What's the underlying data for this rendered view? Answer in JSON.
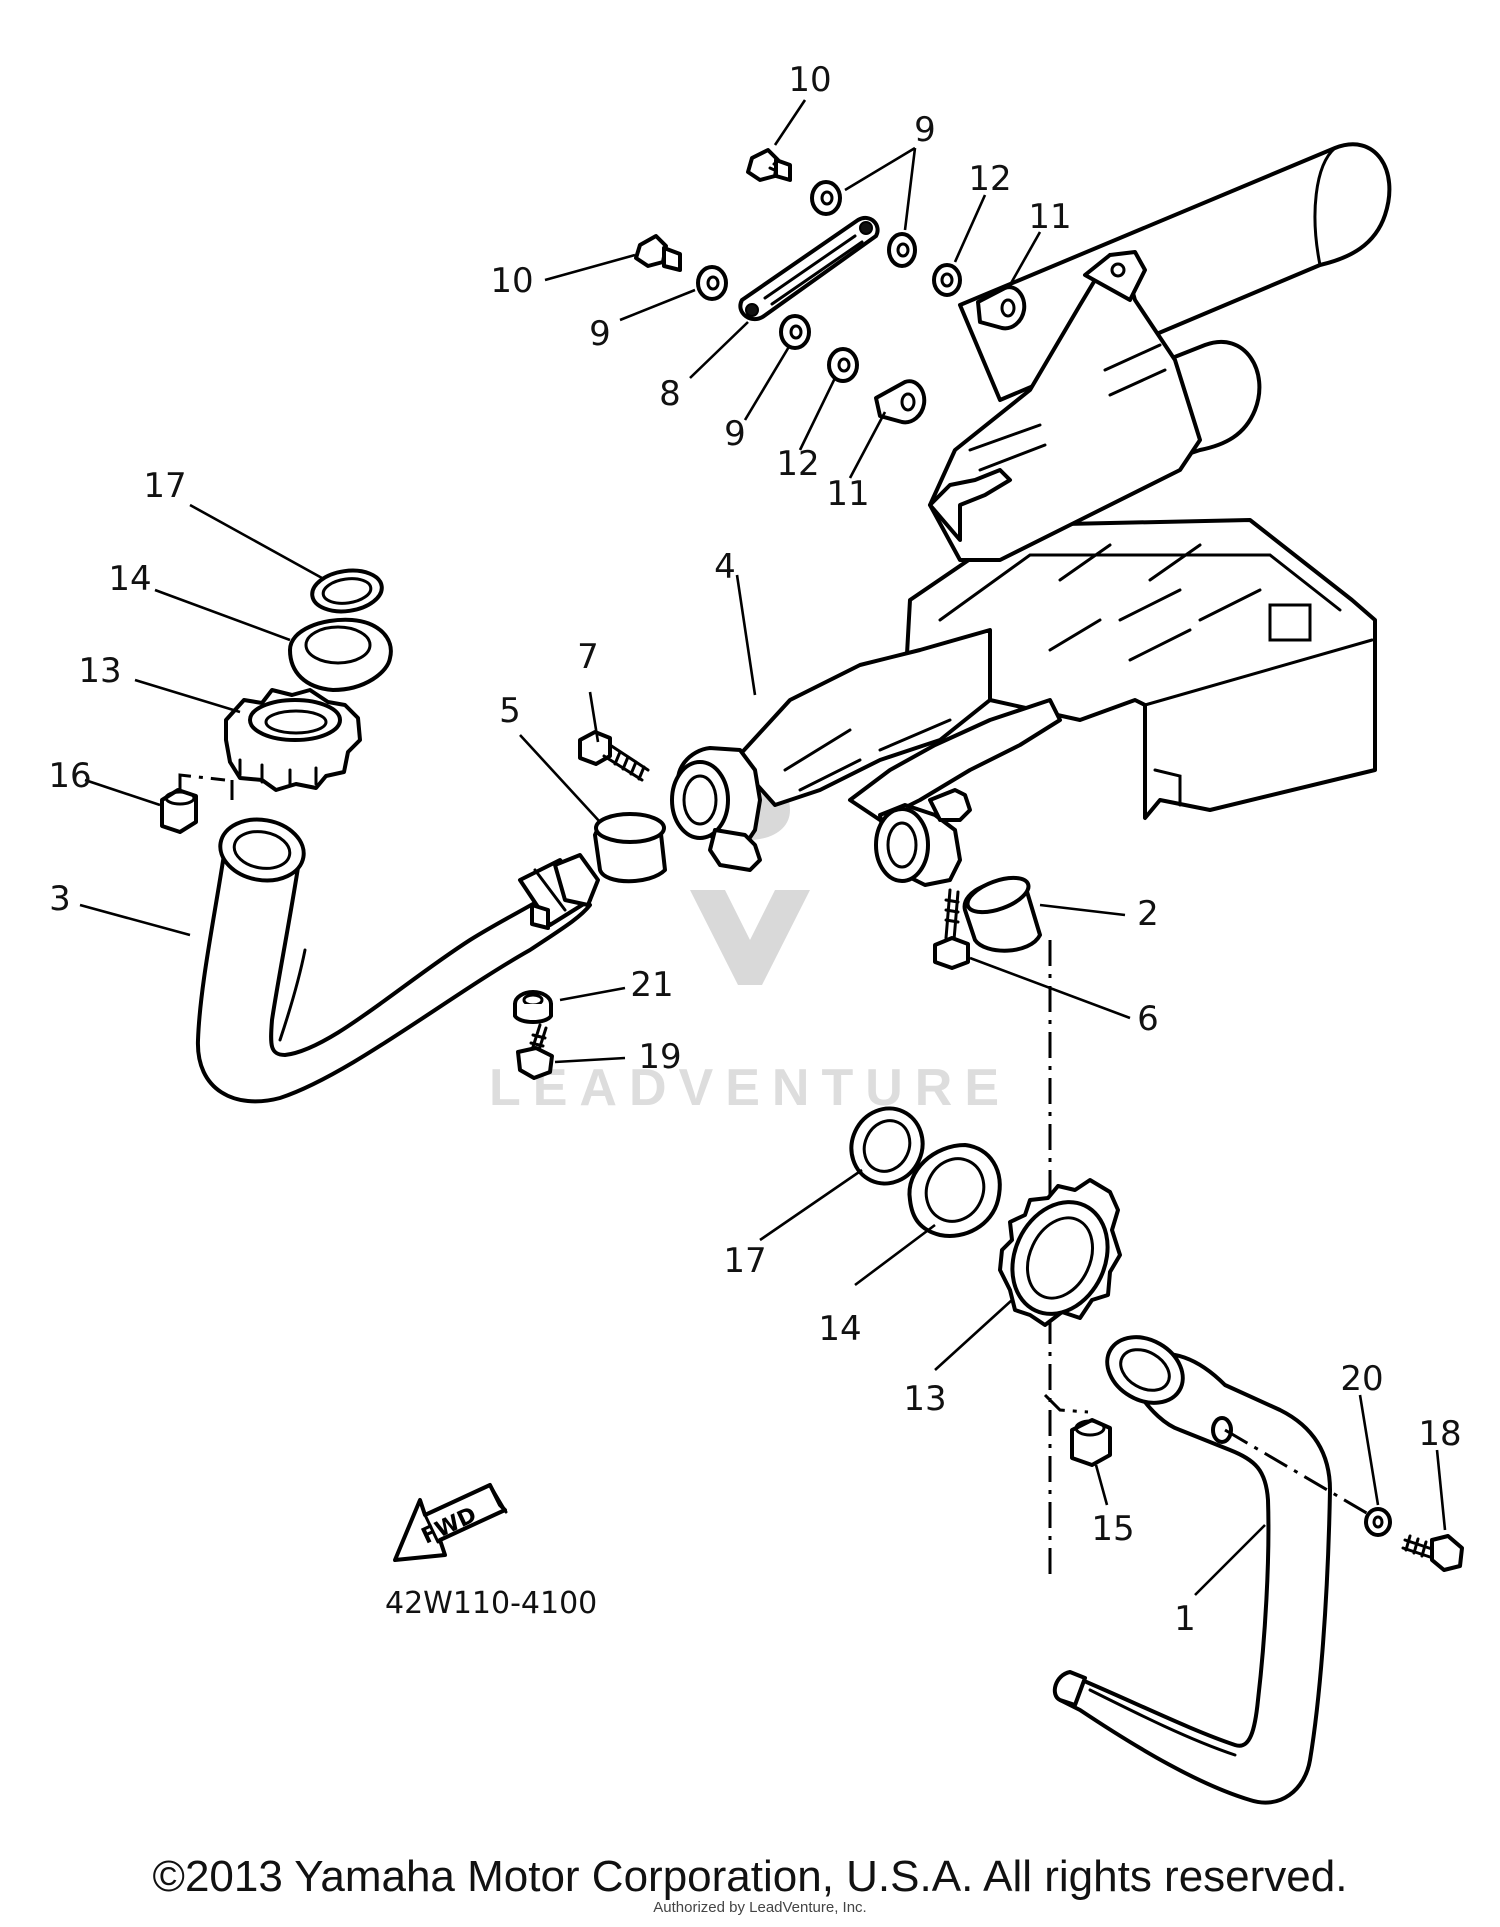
{
  "diagram_code": "42W110-4100",
  "fwd_label": "FWD",
  "watermark": "LEADVENTURE",
  "watermark_note": "Authorized by LeadVenture, Inc.",
  "copyright": "©2013 Yamaha Motor Corporation, U.S.A. All rights reserved.",
  "callouts": {
    "c10a": "10",
    "c9a": "9",
    "c12a": "12",
    "c11a": "11",
    "c10b": "10",
    "c9b": "9",
    "c8": "8",
    "c9c": "9",
    "c12b": "12",
    "c11b": "11",
    "c17a": "17",
    "c14a": "14",
    "c13a": "13",
    "c16": "16",
    "c3": "3",
    "c4": "4",
    "c7": "7",
    "c5": "5",
    "c2": "2",
    "c6": "6",
    "c21": "21",
    "c19": "19",
    "c17b": "17",
    "c14b": "14",
    "c13b": "13",
    "c15": "15",
    "c20": "20",
    "c18": "18",
    "c1": "1"
  }
}
